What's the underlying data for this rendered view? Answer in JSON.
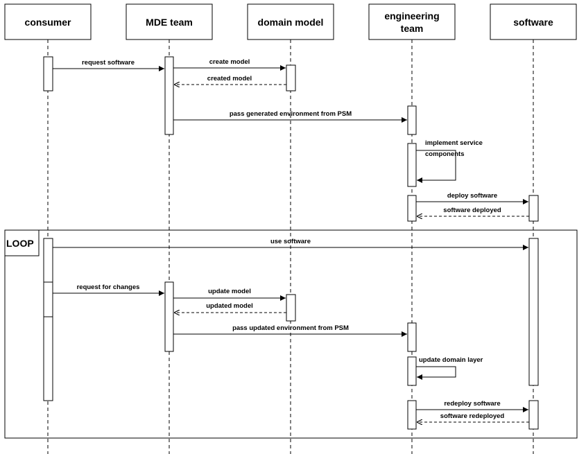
{
  "participants": [
    {
      "id": "consumer",
      "lines": [
        "consumer"
      ]
    },
    {
      "id": "mde",
      "lines": [
        "MDE team"
      ]
    },
    {
      "id": "domain",
      "lines": [
        "domain model"
      ]
    },
    {
      "id": "eng",
      "lines": [
        "engineering",
        "team"
      ]
    },
    {
      "id": "software",
      "lines": [
        "software"
      ]
    }
  ],
  "messages": [
    {
      "from": "consumer",
      "to": "mde",
      "label": "request software",
      "style": "solid"
    },
    {
      "from": "mde",
      "to": "domain",
      "label": "create model",
      "style": "solid"
    },
    {
      "from": "domain",
      "to": "mde",
      "label": "created model",
      "style": "dashed"
    },
    {
      "from": "mde",
      "to": "eng",
      "label": "pass generated environment from PSM",
      "style": "solid"
    },
    {
      "from": "eng",
      "to": "eng",
      "label_lines": [
        "implement service",
        "components"
      ],
      "style": "self"
    },
    {
      "from": "eng",
      "to": "software",
      "label": "deploy software",
      "style": "solid"
    },
    {
      "from": "software",
      "to": "eng",
      "label": "software deployed",
      "style": "dashed"
    },
    {
      "from": "consumer",
      "to": "software",
      "label": "use software",
      "style": "solid"
    },
    {
      "from": "consumer",
      "to": "mde",
      "label": "request for changes",
      "style": "solid"
    },
    {
      "from": "mde",
      "to": "domain",
      "label": "update model",
      "style": "solid"
    },
    {
      "from": "domain",
      "to": "mde",
      "label": "updated model",
      "style": "dashed"
    },
    {
      "from": "mde",
      "to": "eng",
      "label": "pass updated environment from PSM",
      "style": "solid"
    },
    {
      "from": "eng",
      "to": "eng",
      "label_lines": [
        "update domain layer"
      ],
      "style": "self"
    },
    {
      "from": "eng",
      "to": "software",
      "label": "redeploy software",
      "style": "solid"
    },
    {
      "from": "software",
      "to": "eng",
      "label": "software redeployed",
      "style": "dashed"
    }
  ],
  "loop": {
    "label": "LOOP"
  }
}
